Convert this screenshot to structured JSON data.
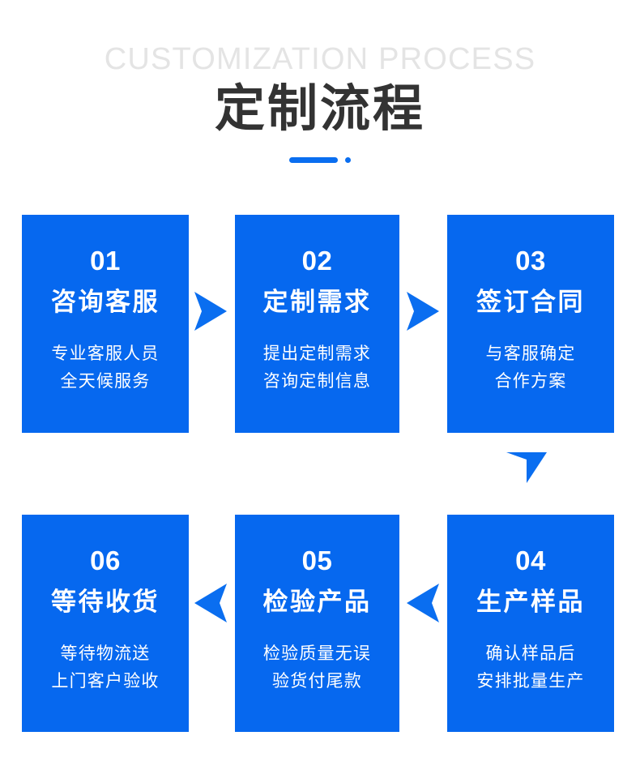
{
  "header": {
    "eyebrow": "CUSTOMIZATION PROCESS",
    "title": "定制流程",
    "rule_color": "#0a6ef0",
    "eyebrow_color": "#e4e4e4",
    "title_color": "#333333"
  },
  "theme": {
    "card_blue": "#0668ef",
    "arrow_blue": "#0a6ef0",
    "card_text": "#ffffff",
    "background": "#ffffff"
  },
  "steps": [
    {
      "num": "01",
      "name": "咨询客服",
      "desc_line1": "专业客服人员",
      "desc_line2": "全天候服务"
    },
    {
      "num": "02",
      "name": "定制需求",
      "desc_line1": "提出定制需求",
      "desc_line2": "咨询定制信息"
    },
    {
      "num": "03",
      "name": "签订合同",
      "desc_line1": "与客服确定",
      "desc_line2": "合作方案"
    },
    {
      "num": "04",
      "name": "生产样品",
      "desc_line1": "确认样品后",
      "desc_line2": "安排批量生产"
    },
    {
      "num": "05",
      "name": "检验产品",
      "desc_line1": "检验质量无误",
      "desc_line2": "验货付尾款"
    },
    {
      "num": "06",
      "name": "等待收货",
      "desc_line1": "等待物流送",
      "desc_line2": "上门客户验收"
    }
  ],
  "connectors": [
    {
      "icon": "arrow-right-icon",
      "from": "01",
      "to": "02"
    },
    {
      "icon": "arrow-right-icon",
      "from": "02",
      "to": "03"
    },
    {
      "icon": "arrow-down-icon",
      "from": "03",
      "to": "04"
    },
    {
      "icon": "arrow-left-icon",
      "from": "04",
      "to": "05"
    },
    {
      "icon": "arrow-left-icon",
      "from": "05",
      "to": "06"
    }
  ]
}
